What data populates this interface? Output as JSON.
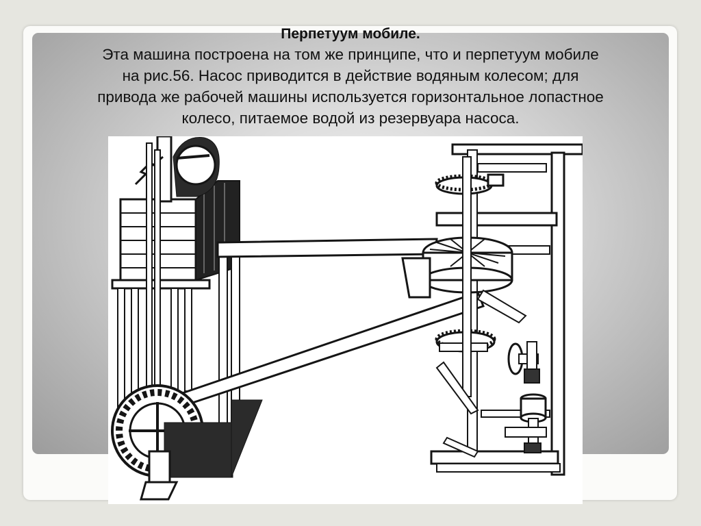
{
  "slide": {
    "title": "Перпетуум мобиле.",
    "caption_lines": [
      "Эта машина построена на том же принципе, что и перпетуум мобиле",
      "на рис.56. Насос приводится в действие водяным колесом; для",
      "привода же рабочей машины используется горизонтальное лопастное",
      "колесо, питаемое водой из резервуара насоса."
    ]
  },
  "figure": {
    "subject": "engraving-perpetual-motion-machine",
    "colors": {
      "ink": "#151515",
      "paper": "#ffffff"
    }
  }
}
